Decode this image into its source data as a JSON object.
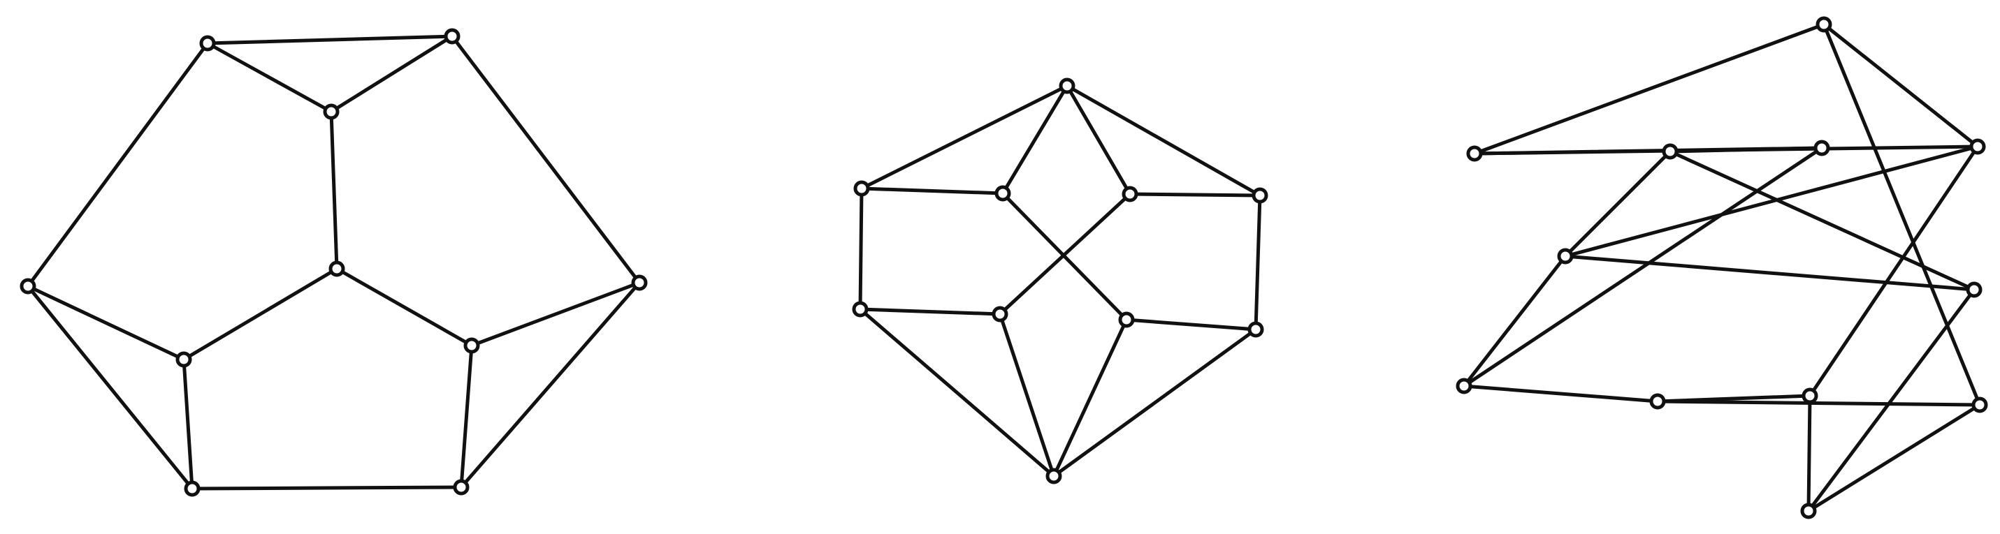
{
  "diagram": {
    "background": "#ffffff",
    "ink_color": "#111111",
    "graphs": [
      {
        "id": "graph-1",
        "nodes": [
          "a",
          "b",
          "c",
          "d",
          "e",
          "f",
          "g",
          "h",
          "i",
          "j"
        ],
        "edges": [
          [
            "a",
            "b"
          ],
          [
            "a",
            "c"
          ],
          [
            "b",
            "c"
          ],
          [
            "a",
            "f"
          ],
          [
            "b",
            "j"
          ],
          [
            "c",
            "d"
          ],
          [
            "d",
            "e"
          ],
          [
            "d",
            "g"
          ],
          [
            "f",
            "e"
          ],
          [
            "f",
            "h"
          ],
          [
            "e",
            "h"
          ],
          [
            "g",
            "j"
          ],
          [
            "g",
            "i"
          ],
          [
            "j",
            "i"
          ],
          [
            "h",
            "i"
          ]
        ]
      },
      {
        "id": "graph-2",
        "nodes": [
          "top",
          "ul",
          "ucl",
          "ucr",
          "ur",
          "ll",
          "lcl",
          "lcr",
          "lr",
          "bot"
        ],
        "edges": [
          [
            "top",
            "ul"
          ],
          [
            "top",
            "ur"
          ],
          [
            "top",
            "ucl"
          ],
          [
            "top",
            "ucr"
          ],
          [
            "ul",
            "ucl"
          ],
          [
            "ucr",
            "ur"
          ],
          [
            "ul",
            "ll"
          ],
          [
            "ur",
            "lr"
          ],
          [
            "ll",
            "lcl"
          ],
          [
            "lcr",
            "lr"
          ],
          [
            "ucl",
            "lcr"
          ],
          [
            "ucr",
            "lcl"
          ],
          [
            "ll",
            "bot"
          ],
          [
            "lr",
            "bot"
          ],
          [
            "lcl",
            "bot"
          ],
          [
            "lcr",
            "bot"
          ]
        ]
      },
      {
        "id": "graph-3",
        "nodes": [
          "p1",
          "p2",
          "p3",
          "p4",
          "p5",
          "p6",
          "p7",
          "p8",
          "p9",
          "p10",
          "p11",
          "p12"
        ],
        "edges": [
          [
            "p1",
            "p2"
          ],
          [
            "p1",
            "p4"
          ],
          [
            "p1",
            "p5"
          ],
          [
            "p2",
            "p5"
          ],
          [
            "p2",
            "p11"
          ],
          [
            "p3",
            "p4"
          ],
          [
            "p3",
            "p6"
          ],
          [
            "p3",
            "p7"
          ],
          [
            "p4",
            "p8"
          ],
          [
            "p5",
            "p6"
          ],
          [
            "p5",
            "p10"
          ],
          [
            "p6",
            "p7"
          ],
          [
            "p6",
            "p8"
          ],
          [
            "p7",
            "p12"
          ],
          [
            "p8",
            "p9"
          ],
          [
            "p9",
            "p10"
          ],
          [
            "p9",
            "p11"
          ],
          [
            "p11",
            "p12"
          ],
          [
            "p10",
            "p12"
          ]
        ]
      }
    ]
  }
}
